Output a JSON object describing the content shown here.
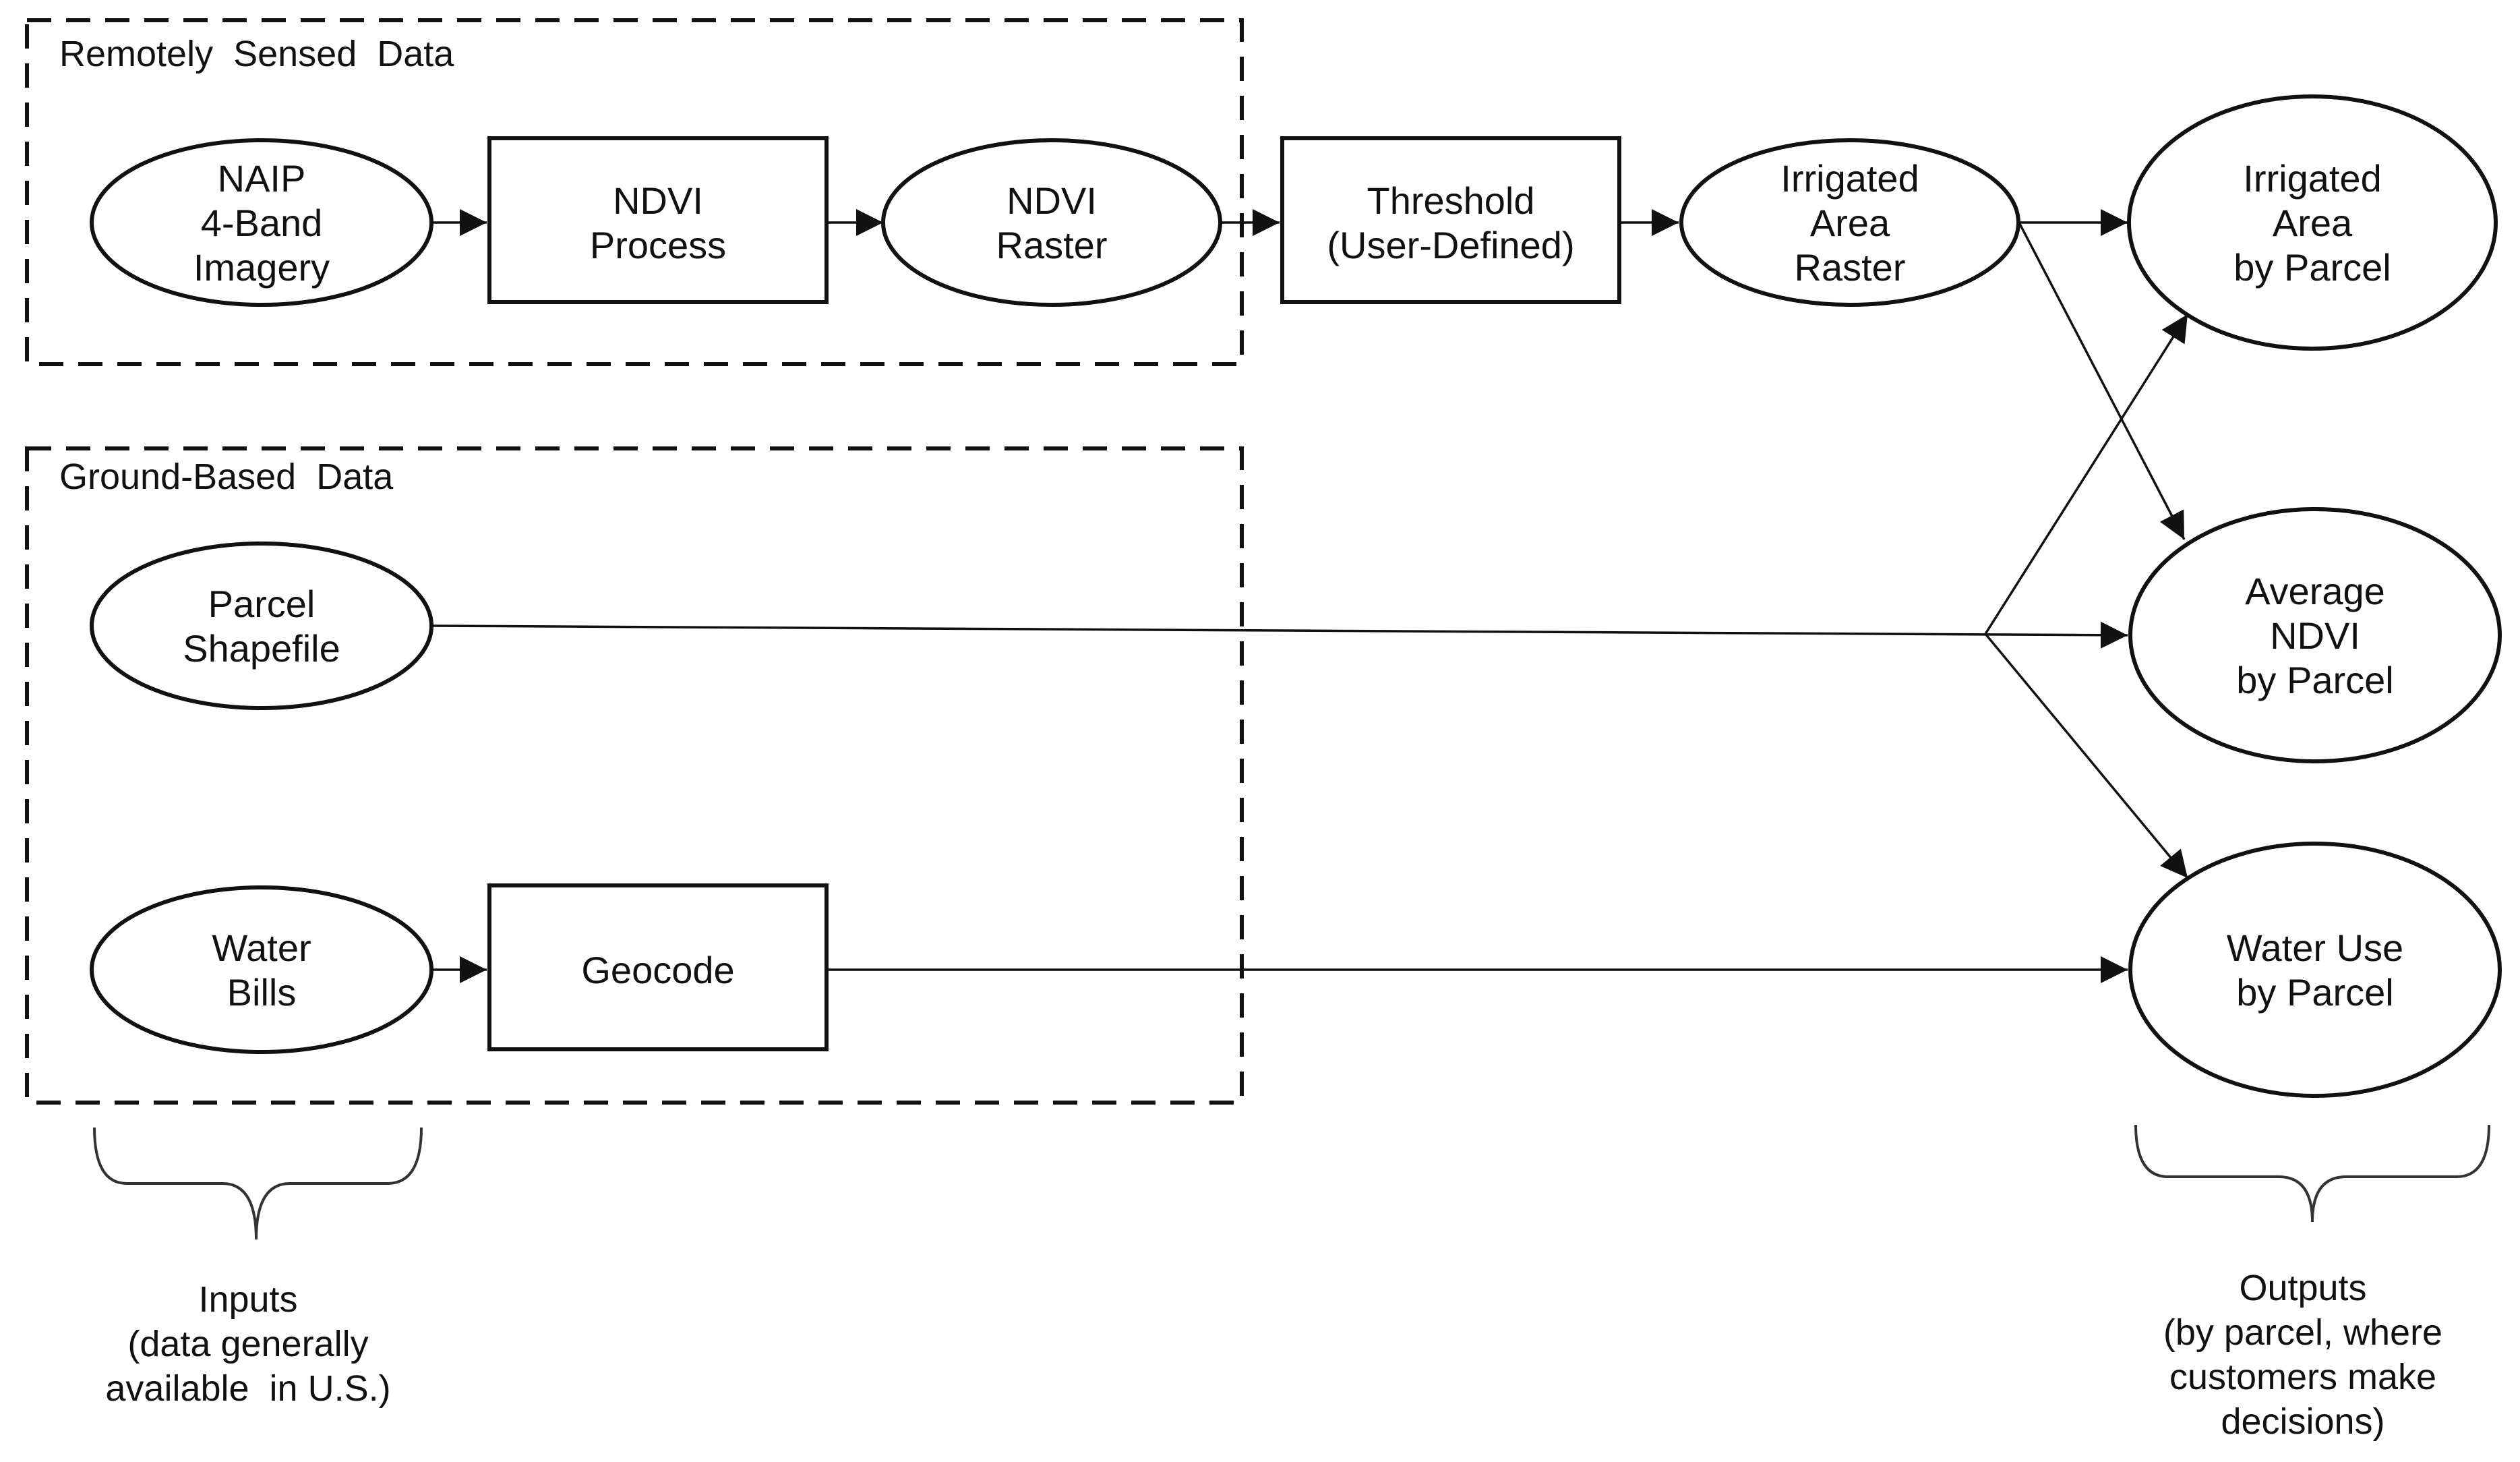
{
  "groups": {
    "remote": {
      "label": "Remotely  Sensed  Data"
    },
    "ground": {
      "label": "Ground-Based  Data"
    }
  },
  "nodes": {
    "naip": [
      "NAIP",
      "4-Band",
      "Imagery"
    ],
    "ndvi_process": [
      "NDVI",
      "Process"
    ],
    "ndvi_raster": [
      "NDVI",
      "Raster"
    ],
    "threshold": [
      "Threshold",
      "(User-Defined)"
    ],
    "irrigated_raster": [
      "Irrigated",
      "Area",
      "Raster"
    ],
    "parcel_shapefile": [
      "Parcel",
      "Shapefile"
    ],
    "water_bills": [
      "Water",
      "Bills"
    ],
    "geocode": [
      "Geocode"
    ],
    "irrigated_by_parcel": [
      "Irrigated",
      "Area",
      "by Parcel"
    ],
    "average_ndvi": [
      "Average",
      "NDVI",
      "by Parcel"
    ],
    "water_use": [
      "Water Use",
      "by Parcel"
    ]
  },
  "notes": {
    "inputs": [
      "Inputs",
      "(data generally",
      "available  in U.S.)"
    ],
    "outputs": [
      "Outputs",
      "(by parcel, where",
      "customers make",
      "decisions)"
    ]
  },
  "colors": {
    "stroke": "#111111",
    "background": "#ffffff"
  }
}
